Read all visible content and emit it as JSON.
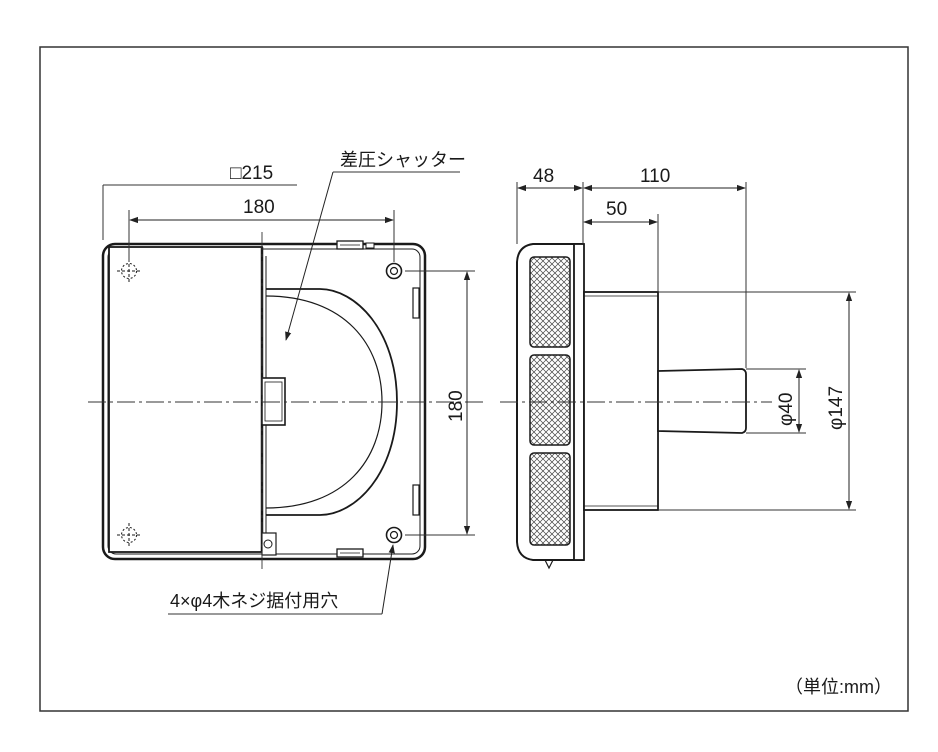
{
  "front_view": {
    "dim_overall_width": "□215",
    "dim_hole_pitch_horizontal": "180",
    "dim_hole_pitch_vertical": "180",
    "callout_shutter": "差圧シャッター",
    "callout_screw_holes": "4×φ4木ネジ据付用穴"
  },
  "side_view": {
    "dim_grille_depth": "48",
    "dim_total_projection": "110",
    "dim_duct_length": "50",
    "dim_outer_duct_diameter": "φ147",
    "dim_inner_duct_diameter": "φ40"
  },
  "unit_note": "（単位:mm）"
}
